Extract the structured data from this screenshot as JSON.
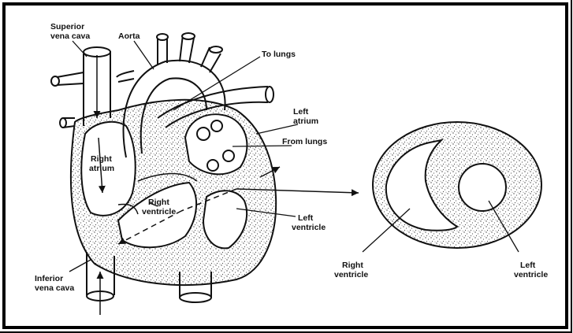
{
  "labels": {
    "superior_vena_cava_1": "Superior",
    "superior_vena_cava_2": "vena cava",
    "aorta": "Aorta",
    "to_lungs": "To lungs",
    "left_atrium_1": "Left",
    "left_atrium_2": "atrium",
    "from_lungs": "From lungs",
    "right_atrium_1": "Right",
    "right_atrium_2": "atrium",
    "right_ventricle_1": "Right",
    "right_ventricle_2": "ventricle",
    "left_ventricle_1": "Left",
    "left_ventricle_2": "ventricle",
    "inferior_vena_cava_1": "Inferior",
    "inferior_vena_cava_2": "vena cava",
    "cs_right_ventricle_1": "Right",
    "cs_right_ventricle_2": "ventricle",
    "cs_left_ventricle_1": "Left",
    "cs_left_ventricle_2": "ventricle"
  }
}
